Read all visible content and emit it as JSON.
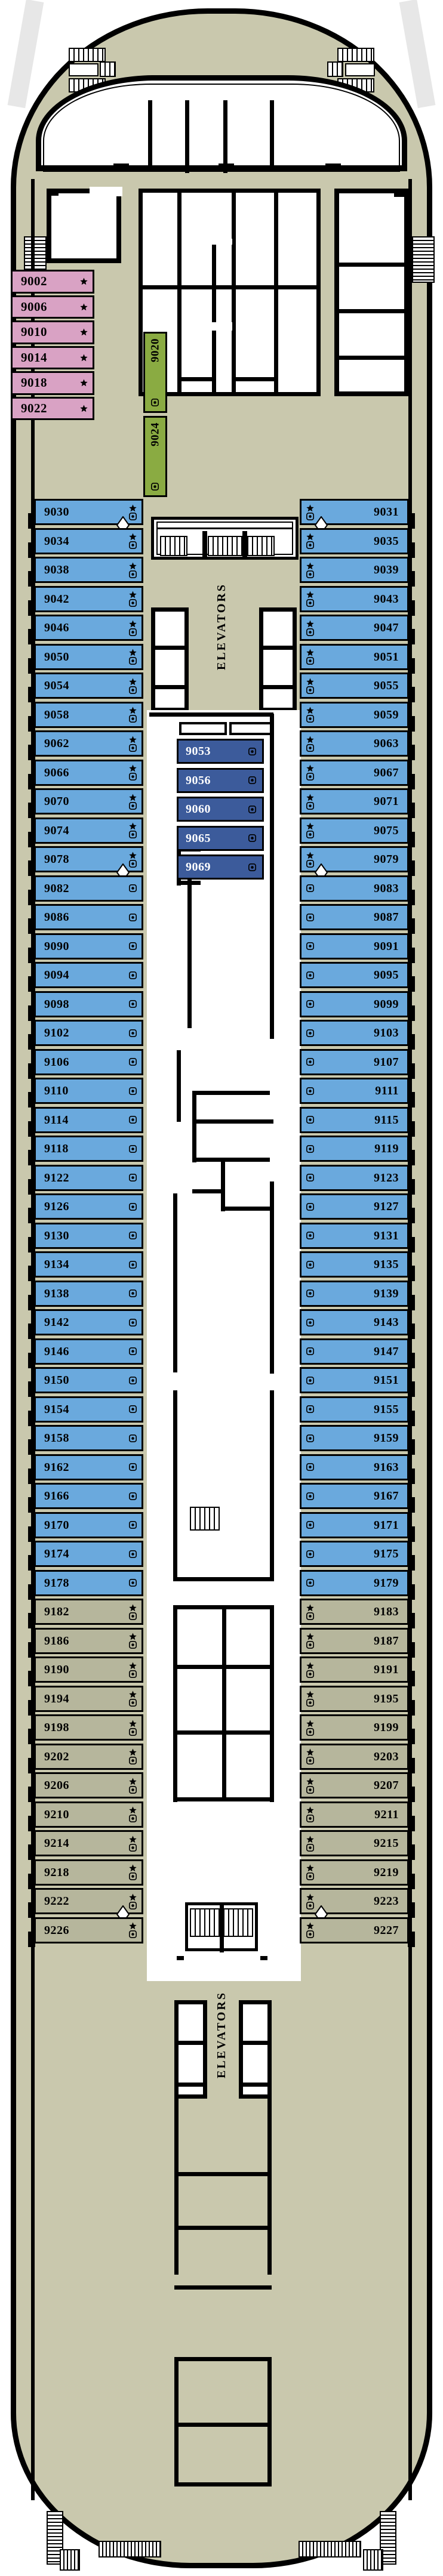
{
  "deck": {
    "title": "Deck 9 Plan",
    "hull_color": "#c9c8ad",
    "plank_color": "#a9ac9d",
    "outline_color": "#000000"
  },
  "legend_colors": {
    "suite_pink": "#d9a2c4",
    "balcony_blue": "#6aa9dd",
    "inside_navy": "#3c5b9b",
    "oceanview_khaki": "#b6b69c",
    "accessible_green": "#8aab42"
  },
  "labels": {
    "elevators_fwd": "ELEVATORS",
    "elevators_aft": "ELEVATORS"
  },
  "icons": {
    "star": "star-icon",
    "circle": "porthole-icon",
    "diamond": "connecting-door-icon"
  },
  "cabins_pink_left": [
    {
      "number": "9002",
      "marks": [
        "star"
      ]
    },
    {
      "number": "9006",
      "marks": [
        "star"
      ]
    },
    {
      "number": "9010",
      "marks": [
        "star"
      ]
    },
    {
      "number": "9014",
      "marks": [
        "star"
      ]
    },
    {
      "number": "9018",
      "marks": [
        "star"
      ]
    },
    {
      "number": "9022",
      "marks": [
        "star"
      ]
    }
  ],
  "cabins_green_vertical": [
    {
      "number": "9020",
      "marks": [
        "circle"
      ]
    },
    {
      "number": "9024",
      "marks": [
        "circle"
      ]
    }
  ],
  "cabins_left": [
    {
      "number": "9030",
      "marks": [
        "star",
        "circle"
      ],
      "color": "blue",
      "diamond": "below"
    },
    {
      "number": "9034",
      "marks": [
        "star",
        "circle"
      ],
      "color": "blue"
    },
    {
      "number": "9038",
      "marks": [
        "star",
        "circle"
      ],
      "color": "blue"
    },
    {
      "number": "9042",
      "marks": [
        "star",
        "circle"
      ],
      "color": "blue"
    },
    {
      "number": "9046",
      "marks": [
        "star",
        "circle"
      ],
      "color": "blue"
    },
    {
      "number": "9050",
      "marks": [
        "star",
        "circle"
      ],
      "color": "blue"
    },
    {
      "number": "9054",
      "marks": [
        "star",
        "circle"
      ],
      "color": "blue"
    },
    {
      "number": "9058",
      "marks": [
        "star",
        "circle"
      ],
      "color": "blue"
    },
    {
      "number": "9062",
      "marks": [
        "star",
        "circle"
      ],
      "color": "blue"
    },
    {
      "number": "9066",
      "marks": [
        "star",
        "circle"
      ],
      "color": "blue"
    },
    {
      "number": "9070",
      "marks": [
        "star",
        "circle"
      ],
      "color": "blue"
    },
    {
      "number": "9074",
      "marks": [
        "star",
        "circle"
      ],
      "color": "blue"
    },
    {
      "number": "9078",
      "marks": [
        "star",
        "circle"
      ],
      "color": "blue",
      "diamond": "below"
    },
    {
      "number": "9082",
      "marks": [
        "circle"
      ],
      "color": "blue"
    },
    {
      "number": "9086",
      "marks": [
        "circle"
      ],
      "color": "blue"
    },
    {
      "number": "9090",
      "marks": [
        "circle"
      ],
      "color": "blue"
    },
    {
      "number": "9094",
      "marks": [
        "circle"
      ],
      "color": "blue"
    },
    {
      "number": "9098",
      "marks": [
        "circle"
      ],
      "color": "blue"
    },
    {
      "number": "9102",
      "marks": [
        "circle"
      ],
      "color": "blue"
    },
    {
      "number": "9106",
      "marks": [
        "circle"
      ],
      "color": "blue"
    },
    {
      "number": "9110",
      "marks": [
        "circle"
      ],
      "color": "blue"
    },
    {
      "number": "9114",
      "marks": [
        "circle"
      ],
      "color": "blue"
    },
    {
      "number": "9118",
      "marks": [
        "circle"
      ],
      "color": "blue"
    },
    {
      "number": "9122",
      "marks": [
        "circle"
      ],
      "color": "blue"
    },
    {
      "number": "9126",
      "marks": [
        "circle"
      ],
      "color": "blue"
    },
    {
      "number": "9130",
      "marks": [
        "circle"
      ],
      "color": "blue"
    },
    {
      "number": "9134",
      "marks": [
        "circle"
      ],
      "color": "blue"
    },
    {
      "number": "9138",
      "marks": [
        "circle"
      ],
      "color": "blue"
    },
    {
      "number": "9142",
      "marks": [
        "circle"
      ],
      "color": "blue"
    },
    {
      "number": "9146",
      "marks": [
        "circle"
      ],
      "color": "blue"
    },
    {
      "number": "9150",
      "marks": [
        "circle"
      ],
      "color": "blue"
    },
    {
      "number": "9154",
      "marks": [
        "circle"
      ],
      "color": "blue"
    },
    {
      "number": "9158",
      "marks": [
        "circle"
      ],
      "color": "blue"
    },
    {
      "number": "9162",
      "marks": [
        "circle"
      ],
      "color": "blue"
    },
    {
      "number": "9166",
      "marks": [
        "circle"
      ],
      "color": "blue"
    },
    {
      "number": "9170",
      "marks": [
        "circle"
      ],
      "color": "blue"
    },
    {
      "number": "9174",
      "marks": [
        "circle"
      ],
      "color": "blue"
    },
    {
      "number": "9178",
      "marks": [
        "circle"
      ],
      "color": "blue"
    },
    {
      "number": "9182",
      "marks": [
        "star",
        "circle"
      ],
      "color": "khaki"
    },
    {
      "number": "9186",
      "marks": [
        "star",
        "circle"
      ],
      "color": "khaki"
    },
    {
      "number": "9190",
      "marks": [
        "star",
        "circle"
      ],
      "color": "khaki"
    },
    {
      "number": "9194",
      "marks": [
        "star",
        "circle"
      ],
      "color": "khaki"
    },
    {
      "number": "9198",
      "marks": [
        "star",
        "circle"
      ],
      "color": "khaki"
    },
    {
      "number": "9202",
      "marks": [
        "star",
        "circle"
      ],
      "color": "khaki"
    },
    {
      "number": "9206",
      "marks": [
        "star",
        "circle"
      ],
      "color": "khaki"
    },
    {
      "number": "9210",
      "marks": [
        "star",
        "circle"
      ],
      "color": "khaki"
    },
    {
      "number": "9214",
      "marks": [
        "star",
        "circle"
      ],
      "color": "khaki"
    },
    {
      "number": "9218",
      "marks": [
        "star",
        "circle"
      ],
      "color": "khaki"
    },
    {
      "number": "9222",
      "marks": [
        "star",
        "circle"
      ],
      "color": "khaki",
      "diamond": "below"
    },
    {
      "number": "9226",
      "marks": [
        "star",
        "circle"
      ],
      "color": "khaki"
    }
  ],
  "cabins_right": [
    {
      "number": "9031",
      "marks": [
        "star",
        "circle"
      ],
      "color": "blue",
      "diamond": "below"
    },
    {
      "number": "9035",
      "marks": [
        "star",
        "circle"
      ],
      "color": "blue"
    },
    {
      "number": "9039",
      "marks": [
        "star",
        "circle"
      ],
      "color": "blue"
    },
    {
      "number": "9043",
      "marks": [
        "star",
        "circle"
      ],
      "color": "blue"
    },
    {
      "number": "9047",
      "marks": [
        "star",
        "circle"
      ],
      "color": "blue"
    },
    {
      "number": "9051",
      "marks": [
        "star",
        "circle"
      ],
      "color": "blue"
    },
    {
      "number": "9055",
      "marks": [
        "star",
        "circle"
      ],
      "color": "blue"
    },
    {
      "number": "9059",
      "marks": [
        "star",
        "circle"
      ],
      "color": "blue"
    },
    {
      "number": "9063",
      "marks": [
        "star",
        "circle"
      ],
      "color": "blue"
    },
    {
      "number": "9067",
      "marks": [
        "star",
        "circle"
      ],
      "color": "blue"
    },
    {
      "number": "9071",
      "marks": [
        "star",
        "circle"
      ],
      "color": "blue"
    },
    {
      "number": "9075",
      "marks": [
        "star",
        "circle"
      ],
      "color": "blue"
    },
    {
      "number": "9079",
      "marks": [
        "star",
        "circle"
      ],
      "color": "blue",
      "diamond": "below"
    },
    {
      "number": "9083",
      "marks": [
        "circle"
      ],
      "color": "blue"
    },
    {
      "number": "9087",
      "marks": [
        "circle"
      ],
      "color": "blue"
    },
    {
      "number": "9091",
      "marks": [
        "circle"
      ],
      "color": "blue"
    },
    {
      "number": "9095",
      "marks": [
        "circle"
      ],
      "color": "blue"
    },
    {
      "number": "9099",
      "marks": [
        "circle"
      ],
      "color": "blue"
    },
    {
      "number": "9103",
      "marks": [
        "circle"
      ],
      "color": "blue"
    },
    {
      "number": "9107",
      "marks": [
        "circle"
      ],
      "color": "blue"
    },
    {
      "number": "9111",
      "marks": [
        "circle"
      ],
      "color": "blue"
    },
    {
      "number": "9115",
      "marks": [
        "circle"
      ],
      "color": "blue"
    },
    {
      "number": "9119",
      "marks": [
        "circle"
      ],
      "color": "blue"
    },
    {
      "number": "9123",
      "marks": [
        "circle"
      ],
      "color": "blue"
    },
    {
      "number": "9127",
      "marks": [
        "circle"
      ],
      "color": "blue"
    },
    {
      "number": "9131",
      "marks": [
        "circle"
      ],
      "color": "blue"
    },
    {
      "number": "9135",
      "marks": [
        "circle"
      ],
      "color": "blue"
    },
    {
      "number": "9139",
      "marks": [
        "circle"
      ],
      "color": "blue"
    },
    {
      "number": "9143",
      "marks": [
        "circle"
      ],
      "color": "blue"
    },
    {
      "number": "9147",
      "marks": [
        "circle"
      ],
      "color": "blue"
    },
    {
      "number": "9151",
      "marks": [
        "circle"
      ],
      "color": "blue"
    },
    {
      "number": "9155",
      "marks": [
        "circle"
      ],
      "color": "blue"
    },
    {
      "number": "9159",
      "marks": [
        "circle"
      ],
      "color": "blue"
    },
    {
      "number": "9163",
      "marks": [
        "circle"
      ],
      "color": "blue"
    },
    {
      "number": "9167",
      "marks": [
        "circle"
      ],
      "color": "blue"
    },
    {
      "number": "9171",
      "marks": [
        "circle"
      ],
      "color": "blue"
    },
    {
      "number": "9175",
      "marks": [
        "circle"
      ],
      "color": "blue"
    },
    {
      "number": "9179",
      "marks": [
        "circle"
      ],
      "color": "blue"
    },
    {
      "number": "9183",
      "marks": [
        "star",
        "circle"
      ],
      "color": "khaki"
    },
    {
      "number": "9187",
      "marks": [
        "star",
        "circle"
      ],
      "color": "khaki"
    },
    {
      "number": "9191",
      "marks": [
        "star",
        "circle"
      ],
      "color": "khaki"
    },
    {
      "number": "9195",
      "marks": [
        "star",
        "circle"
      ],
      "color": "khaki"
    },
    {
      "number": "9199",
      "marks": [
        "star",
        "circle"
      ],
      "color": "khaki"
    },
    {
      "number": "9203",
      "marks": [
        "star",
        "circle"
      ],
      "color": "khaki"
    },
    {
      "number": "9207",
      "marks": [
        "star",
        "circle"
      ],
      "color": "khaki"
    },
    {
      "number": "9211",
      "marks": [
        "star",
        "circle"
      ],
      "color": "khaki"
    },
    {
      "number": "9215",
      "marks": [
        "star",
        "circle"
      ],
      "color": "khaki"
    },
    {
      "number": "9219",
      "marks": [
        "star",
        "circle"
      ],
      "color": "khaki"
    },
    {
      "number": "9223",
      "marks": [
        "star",
        "circle"
      ],
      "color": "khaki",
      "diamond": "below"
    },
    {
      "number": "9227",
      "marks": [
        "star",
        "circle"
      ],
      "color": "khaki"
    }
  ],
  "cabins_center": [
    {
      "number": "9053",
      "marks": [
        "circle"
      ]
    },
    {
      "number": "9056",
      "marks": [
        "circle"
      ]
    },
    {
      "number": "9060",
      "marks": [
        "circle"
      ]
    },
    {
      "number": "9065",
      "marks": [
        "circle"
      ]
    },
    {
      "number": "9069",
      "marks": [
        "circle"
      ]
    }
  ]
}
